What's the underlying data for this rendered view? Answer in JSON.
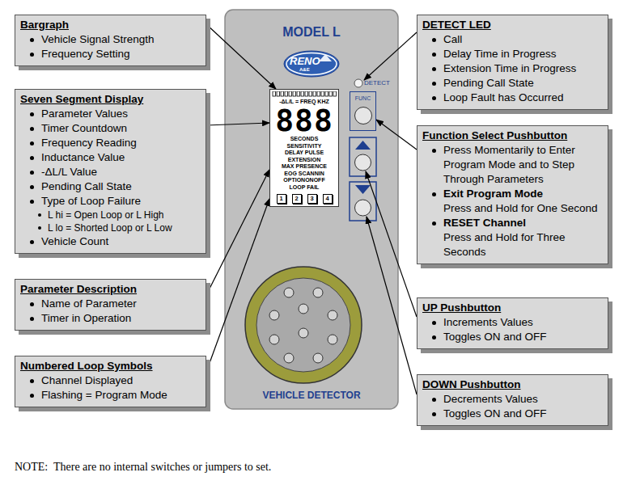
{
  "diagram": {
    "nodes": [
      {
        "text": [
          "Bargraph",
          "Vehicle Signal Strength",
          "Frequency Setting"
        ]
      },
      {
        "text": [
          "Seven Segment Display",
          "Parameter Values",
          "Timer Countdown",
          "Frequency Reading",
          "Inductance Value",
          "-ΔL/L Value",
          "Pending Call State",
          "Type of Loop Failure",
          "L hi = Open Loop or L High",
          "L lo = Shorted Loop or L Low",
          "Vehicle Count"
        ]
      },
      {
        "text": [
          "Parameter Description",
          "Name of Parameter",
          "Timer in Operation"
        ]
      },
      {
        "text": [
          "Numbered Loop Symbols",
          "Channel Displayed",
          "Flashing = Program Mode"
        ]
      },
      {
        "text": [
          "MODEL L",
          "DETECT",
          "VEHICLE DETECTOR"
        ]
      },
      {
        "text": [
          "RENO",
          "A&E"
        ],
        "in": 4
      },
      {
        "text": [
          "-ΔL/L = FREQ KHZ",
          "888",
          "SECONDS",
          "SENSITIVITY",
          "DELAY PULSE",
          "EXTENSION",
          "MAX PRESENCE",
          "EOG SCANNIN",
          "OPTIONONOFF",
          "LOOP FAIL",
          "1",
          "2",
          "3",
          "4"
        ],
        "in": 4
      },
      {
        "text": [
          "FUNC"
        ],
        "in": 4
      },
      {
        "text": [
          "DETECT LED",
          "Call",
          "Delay Time in Progress",
          "Extension Time in Progress",
          "Pending Call State",
          "Loop Fault has Occurred"
        ]
      },
      {
        "text": [
          "Function Select Pushbutton",
          "Press Momentarily to Enter Program Mode and to Step Through Parameters",
          "Exit Program Mode",
          "Press and Hold for One Second",
          "RESET Channel",
          "Press and Hold for Three Seconds"
        ]
      },
      {
        "text": [
          "UP Pushbutton",
          "Increments Values",
          "Toggles ON and OFF"
        ]
      },
      {
        "text": [
          "DOWN Pushbutton",
          "Decrements Values",
          "Toggles ON and OFF"
        ]
      }
    ],
    "edges": [
      {
        "from": 0,
        "to": 6,
        "arrow": "to"
      },
      {
        "from": 1,
        "to": 6,
        "arrow": "to"
      },
      {
        "from": 2,
        "to": 6,
        "arrow": "to"
      },
      {
        "from": 3,
        "to": 6,
        "arrow": "to"
      },
      {
        "from": 9,
        "to": 7,
        "arrow": "to"
      }
    ],
    "labels": [
      "NOTE:  There are no internal switches or jumpers to set."
    ]
  }
}
